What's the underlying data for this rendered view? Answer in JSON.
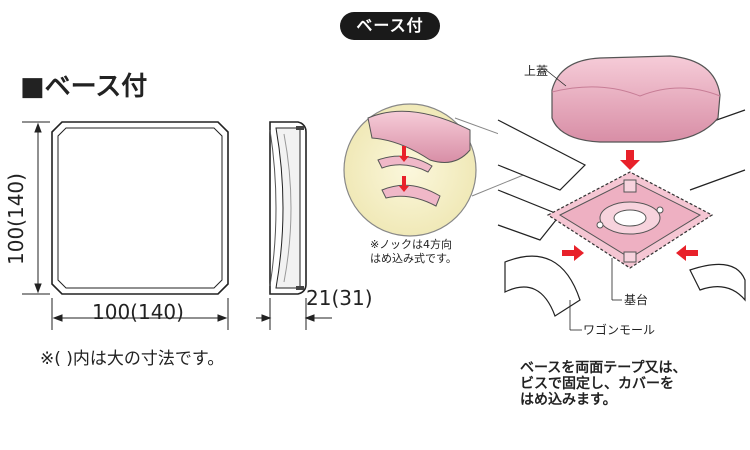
{
  "badge": "ベース付",
  "section_title": "■ベース付",
  "dimensions": {
    "width": "100(140)",
    "height": "100(140)",
    "depth": "21(31)"
  },
  "note": "※(  )内は大の寸法です。",
  "knock_note": [
    "※ノックは4方向",
    "はめ込み式です。"
  ],
  "labels": {
    "lid": "上蓋",
    "base": "基台",
    "wagon_mall": "ワゴンモール"
  },
  "instruction": [
    "ベースを両面テープ又は、",
    "ビスで固定し、カバーを",
    "はめ込みます。"
  ],
  "colors": {
    "pink": "#f0b8c8",
    "pink_dark": "#d98aa3",
    "arrow_red": "#e8212a",
    "zoom_bg": "#f7f2c8",
    "mall_bg": "#ffffff"
  }
}
